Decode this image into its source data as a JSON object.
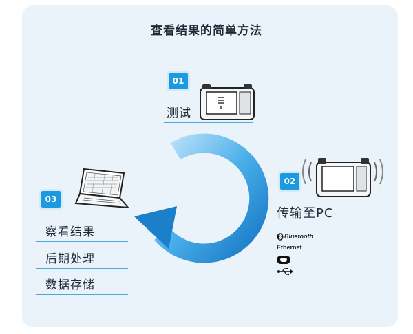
{
  "title": "查看结果的简单方法",
  "steps": [
    {
      "number": "01",
      "label": "测试"
    },
    {
      "number": "02",
      "label": "传输至PC"
    },
    {
      "number": "03",
      "items": [
        "察看结果",
        "后期处理",
        "数据存储"
      ]
    }
  ],
  "connectivity": {
    "bluetooth": "Bluetooth",
    "ethernet": "Ethernet"
  },
  "icons": [
    "test-device-icon",
    "transfer-device-icon",
    "laptop-icon",
    "cycle-arrow-icon",
    "bluetooth-icon",
    "wifi-icon",
    "usb-icon"
  ],
  "colors": {
    "accent": "#1a9ae0",
    "panel": "#eaf2fa",
    "text": "#1f2a36"
  }
}
